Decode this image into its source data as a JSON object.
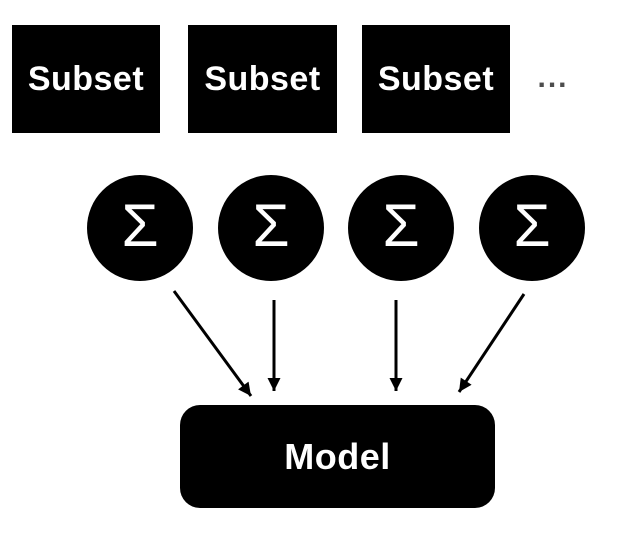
{
  "diagram": {
    "subsets": [
      {
        "label": "Subset"
      },
      {
        "label": "Subset"
      },
      {
        "label": "Subset"
      }
    ],
    "ellipsis": "...",
    "sum_nodes": [
      {
        "symbol": "Σ"
      },
      {
        "symbol": "Σ"
      },
      {
        "symbol": "Σ"
      },
      {
        "symbol": "Σ"
      }
    ],
    "model": {
      "label": "Model"
    },
    "colors": {
      "node_fill": "#000000",
      "node_text": "#ffffff",
      "ellipsis": "#4d4d4d",
      "arrow": "#000000",
      "background": "#ffffff"
    }
  }
}
